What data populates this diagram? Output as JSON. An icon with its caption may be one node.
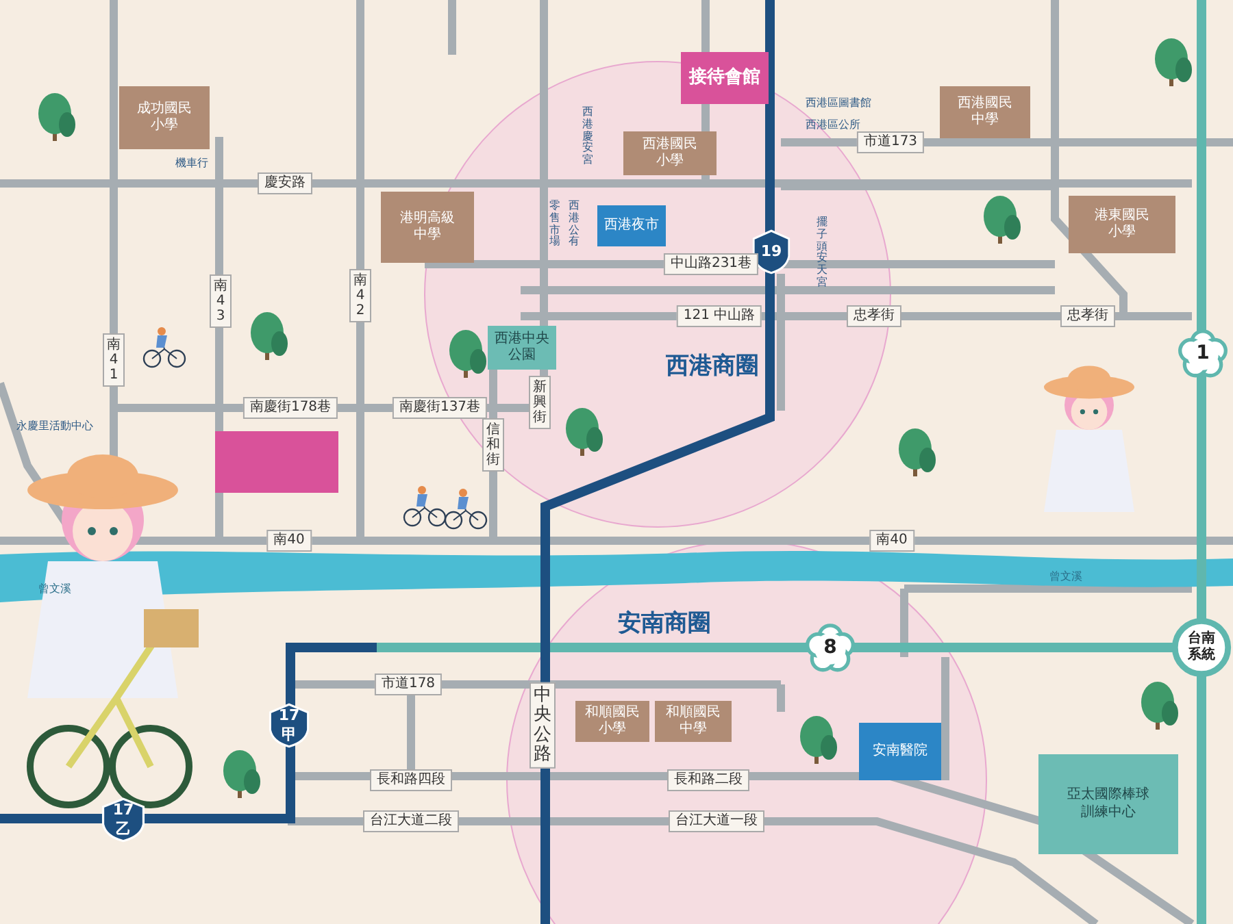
{
  "diagram": {
    "nodes": [
      {
        "text": [
          "成功國民小學"
        ]
      },
      {
        "text": [
          "接待會館"
        ]
      },
      {
        "text": [
          "西港國民中學"
        ]
      },
      {
        "text": [
          "西港國民小學"
        ]
      },
      {
        "text": [
          "港明高級中學"
        ]
      },
      {
        "text": [
          "西港夜市"
        ]
      },
      {
        "text": [
          "港東國民小學"
        ]
      },
      {
        "text": [
          "19"
        ]
      },
      {
        "text": [
          "西港中央公園"
        ]
      },
      {
        "text": [
          "1"
        ]
      },
      {
        "text": [],
        "shape": "box"
      },
      {
        "text": [
          "8"
        ]
      },
      {
        "text": [
          "台南系統"
        ]
      },
      {
        "text": [
          "17甲"
        ]
      },
      {
        "text": [
          "和順國民小學"
        ]
      },
      {
        "text": [
          "和順國民中學"
        ]
      },
      {
        "text": [
          "安南醫院"
        ]
      },
      {
        "text": [
          "亞太國際棒球訓練中心"
        ]
      },
      {
        "text": [
          "17乙"
        ]
      }
    ],
    "labels": [
      "機車行",
      "慶安路",
      "西港區圖書館",
      "西港區公所",
      "市道173",
      "西港慶安宮",
      "南43",
      "南42",
      "南41",
      "零售市場",
      "西港公有",
      "中山路231巷",
      "121 中山路",
      "擺子頭安天宮",
      "忠孝街",
      "忠孝街",
      "西港商圈",
      "南慶街178巷",
      "南慶街137巷",
      "新興街",
      "信和街",
      "永慶里活動中心",
      "南40",
      "南40",
      "曾文溪",
      "曾文溪",
      "安南商圈",
      "市道178",
      "中央公路",
      "長和路四段",
      "長和路二段",
      "台江大道二段",
      "台江大道一段"
    ]
  }
}
